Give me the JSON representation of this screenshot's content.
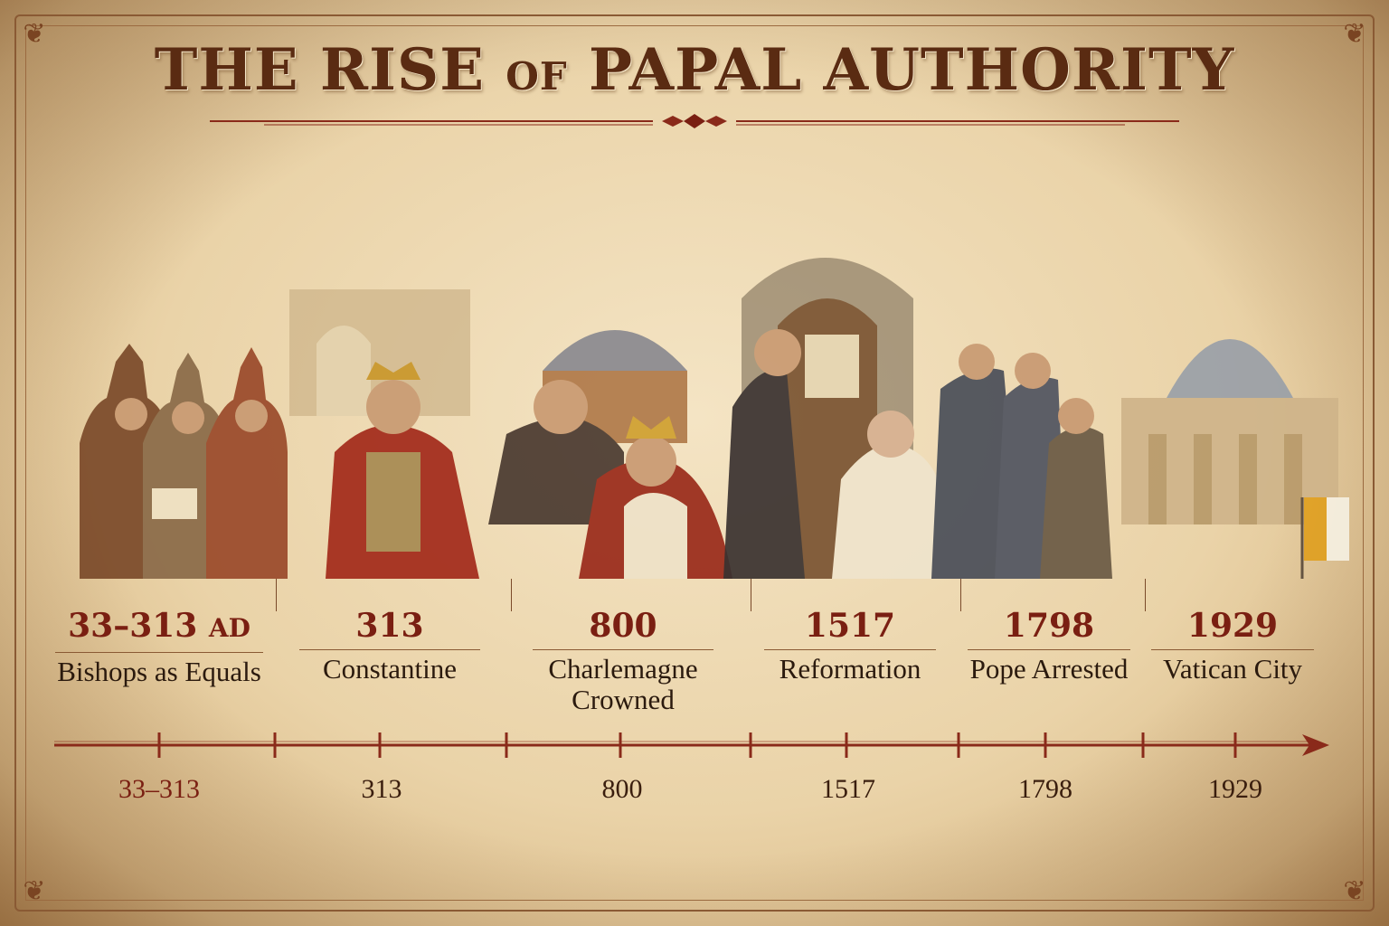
{
  "title": {
    "main": "THE RISE",
    "of": "OF",
    "rest": "PAPAL AUTHORITY"
  },
  "events": [
    {
      "year": "33–313",
      "suffix": "AD",
      "label": "Bishops as Equals"
    },
    {
      "year": "313",
      "label": "Constantine"
    },
    {
      "year": "800",
      "label": "Charlemagne Crowned"
    },
    {
      "year": "1517",
      "label": "Reformation"
    },
    {
      "year": "1798",
      "label": "Pope Arrested"
    },
    {
      "year": "1929",
      "label": "Vatican City"
    }
  ],
  "timeline_labels": [
    "33–313",
    "313",
    "800",
    "1517",
    "1798",
    "1929"
  ],
  "colors": {
    "title": "#5a2b12",
    "year": "#7a1f12",
    "timeline": "#8a2a1a",
    "parchment": "#ead3a8"
  },
  "icons": [
    "bishops-illustration",
    "constantine-illustration",
    "charlemagne-illustration",
    "reformation-illustration",
    "soldiers-illustration",
    "vatican-illustration"
  ]
}
